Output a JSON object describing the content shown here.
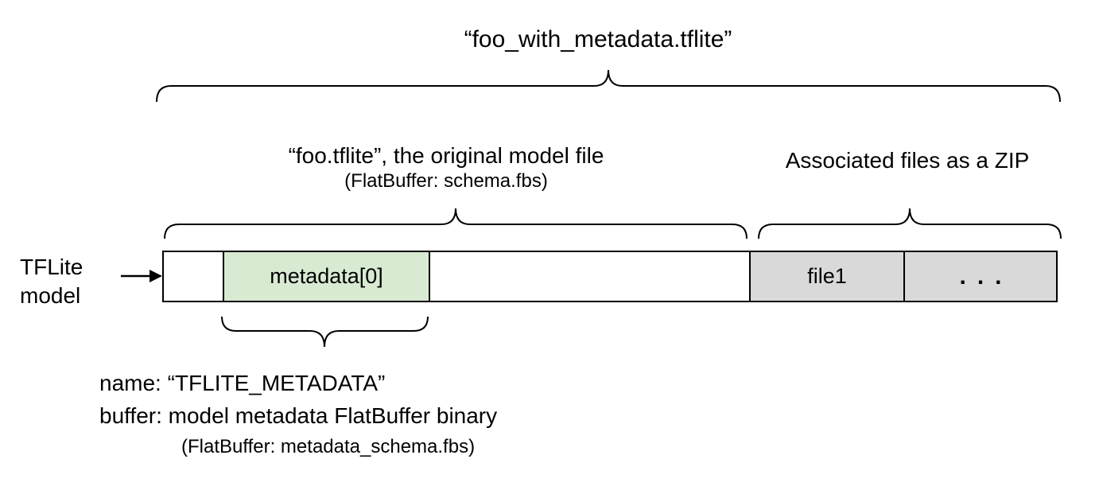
{
  "diagram": {
    "title": "“foo_with_metadata.tflite”",
    "model_file": {
      "label": "“foo.tflite”, the original model file",
      "sublabel": "(FlatBuffer: schema.fbs)"
    },
    "associated_files_label": "Associated files as a ZIP",
    "left_label": {
      "line1": "TFLite",
      "line2": "model"
    },
    "segments": [
      {
        "label": "",
        "type": "empty"
      },
      {
        "label": "metadata[0]",
        "type": "metadata"
      },
      {
        "label": "",
        "type": "empty"
      },
      {
        "label": "file1",
        "type": "associated-file"
      },
      {
        "label": "...",
        "type": "associated-file"
      }
    ],
    "annotation": {
      "line1": "name: “TFLITE_METADATA”",
      "line2": "buffer: model metadata FlatBuffer binary",
      "line3": "(FlatBuffer: metadata_schema.fbs)"
    },
    "colors": {
      "metadata_fill": "#d9ead3",
      "file_fill": "#d9d9d9",
      "stroke": "#000000",
      "background": "#ffffff"
    }
  }
}
